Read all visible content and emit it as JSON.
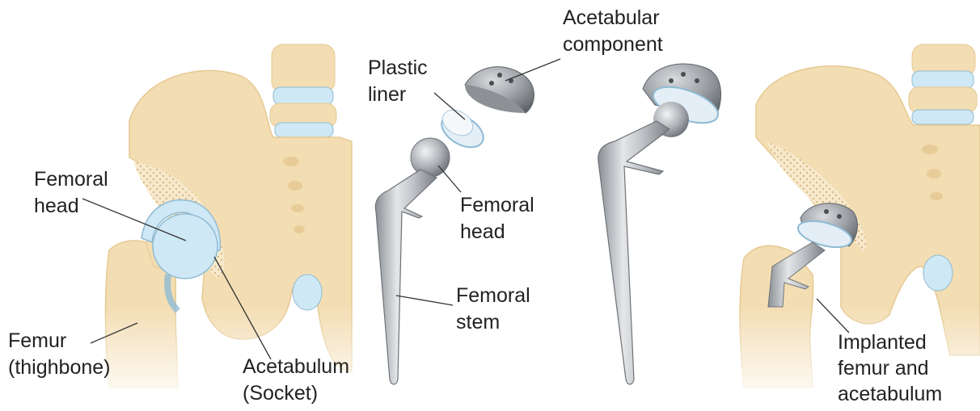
{
  "labels": {
    "femoral_head_left": "Femoral\nhead",
    "femur": "Femur\n(thighbone)",
    "acetabulum": "Acetabulum\n(Socket)",
    "plastic_liner": "Plastic\nliner",
    "acetabular_component": "Acetabular\ncomponent",
    "femoral_head_implant": "Femoral\nhead",
    "femoral_stem": "Femoral\nstem",
    "implanted": "Implanted\nfemur and\nacetabulum"
  },
  "colors": {
    "bone": "#F3DDB3",
    "bone_edge": "#E6C992",
    "cartilage": "#CFE8F5",
    "cartilage_edge": "#8FBBD3",
    "metal": "#B9BCC0",
    "metal_dark": "#6E7378"
  }
}
